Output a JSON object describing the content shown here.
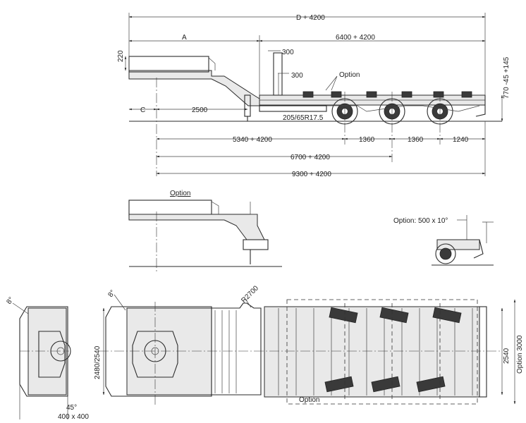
{
  "side_view": {
    "dimensions": {
      "overall_length": "D + 4200",
      "a": "A",
      "rear_section": "6400 + 4200",
      "height_220": "220",
      "height_300_a": "300",
      "height_300_b": "300",
      "option_label": "Option",
      "deck_height": "770 -45 +145",
      "c": "C",
      "kingpin_2500": "2500",
      "tyre": "205/65R17.5",
      "d_5340": "5340 + 4200",
      "spacing_1360_a": "1360",
      "spacing_1360_b": "1360",
      "rear_1240": "1240",
      "d_6700": "6700 + 4200",
      "d_9300": "9300 + 4200"
    }
  },
  "option_neck_view": {
    "label": "Option"
  },
  "option_ramp_view": {
    "label": "Option: 500 x 10°"
  },
  "front_detail": {
    "angle_label": "8°",
    "chamfer": "45°",
    "plate": "400 x 400"
  },
  "top_view": {
    "angle_label": "8°",
    "radius": "R2700",
    "width_front": "2480/2540",
    "width_rear": "2540",
    "width_option": "Option 3000",
    "option_label": "Option"
  }
}
